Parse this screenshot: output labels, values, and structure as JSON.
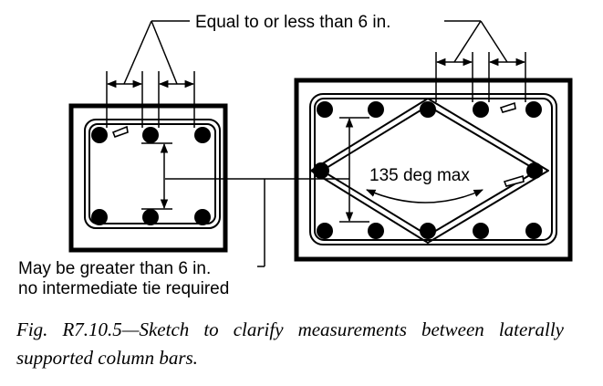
{
  "labels": {
    "top": "Equal to or less than 6 in.",
    "angle": "135 deg max",
    "bottom_line1": "May be greater than 6 in.",
    "bottom_line2": "no intermediate tie required"
  },
  "caption": "Fig. R7.10.5—Sketch to clarify measurements between laterally supported column bars."
}
